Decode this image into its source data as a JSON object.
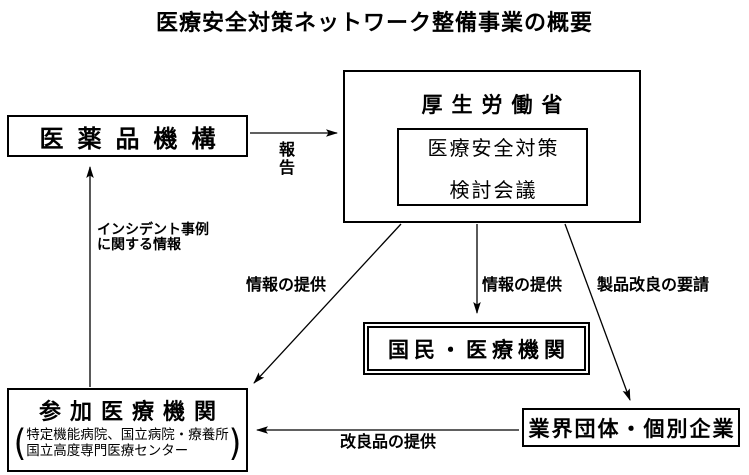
{
  "title": "医療安全対策ネットワーク整備事業の概要",
  "colors": {
    "ink": "#000000",
    "background": "#ffffff"
  },
  "boxes": {
    "pmda": {
      "label": "医薬品機構"
    },
    "mhlw": {
      "label": "厚生労働省",
      "council": {
        "line1": "医療安全対策",
        "line2": "検討会議"
      }
    },
    "kokumin": {
      "label": "国民・医療機関"
    },
    "sanka": {
      "label": "参加医療機関",
      "paren_open": "(",
      "paren_close": ")",
      "detail_line1": "特定機能病院、国立病院・療養所",
      "detail_line2": "国立高度専門医療センター"
    },
    "gyokai": {
      "label": "業界団体・個別企業"
    }
  },
  "arrows": {
    "report": {
      "label": "報告"
    },
    "incident": {
      "label_line1": "インシデント事例",
      "label_line2": "に関する情報"
    },
    "info_left": {
      "label": "情報の提供"
    },
    "info_down": {
      "label": "情報の提供"
    },
    "request": {
      "label": "製品改良の要請"
    },
    "improved": {
      "label": "改良品の提供"
    }
  }
}
